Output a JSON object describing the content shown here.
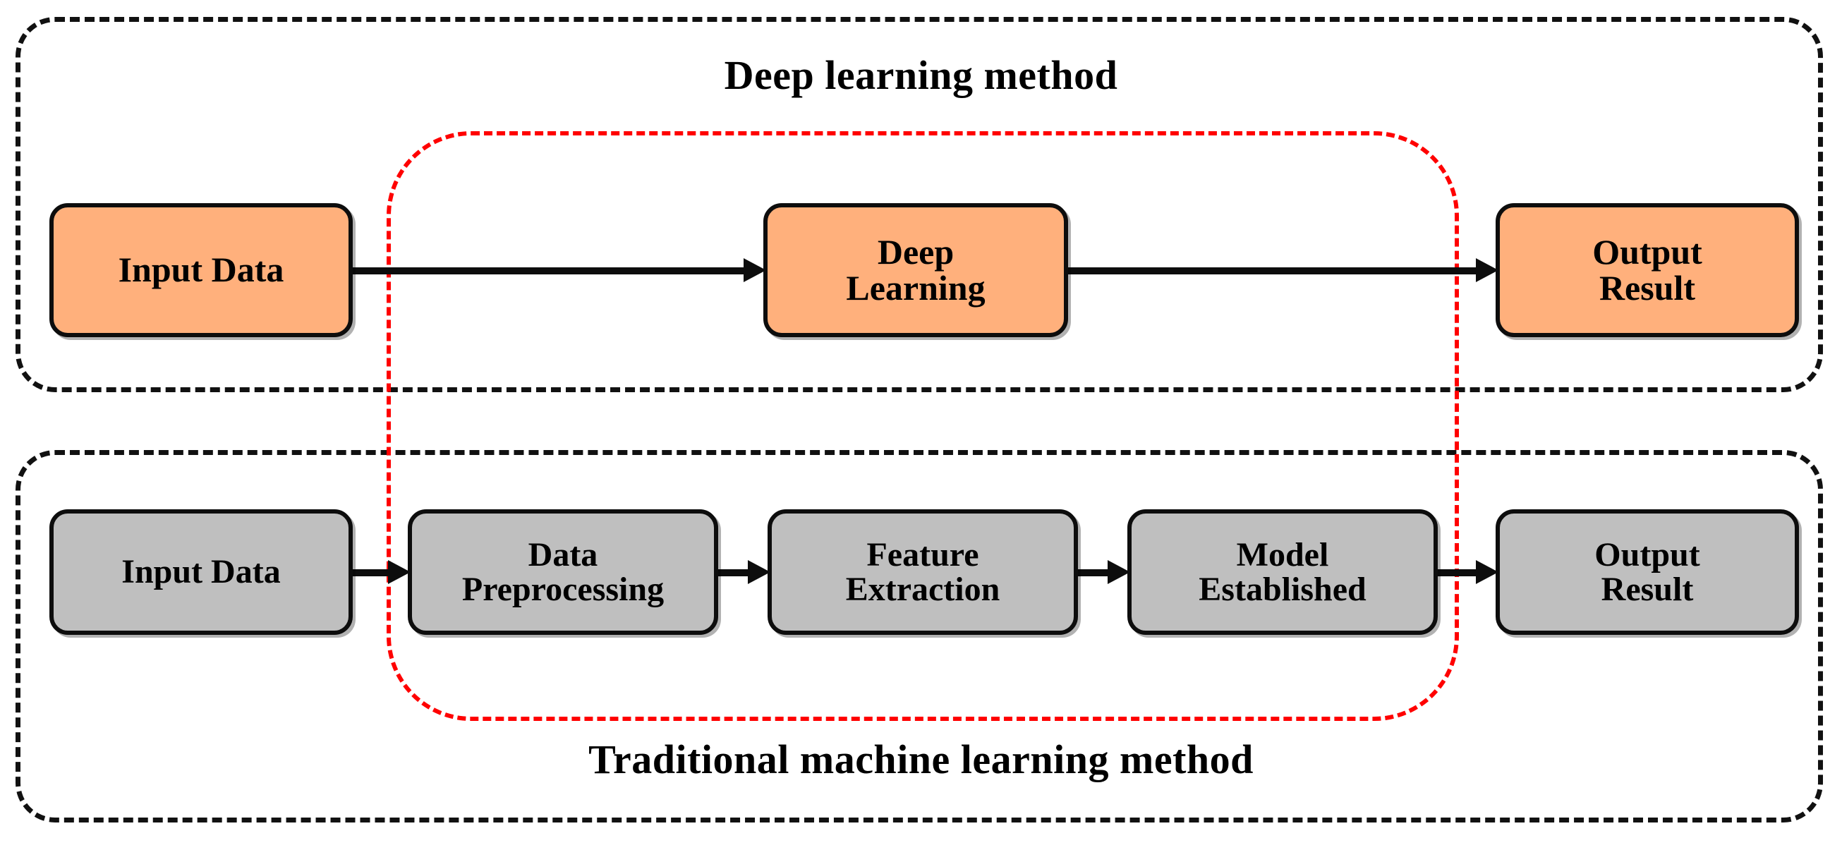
{
  "diagram": {
    "title_top": "Deep learning method",
    "title_bottom": "Traditional machine learning method",
    "colors": {
      "node_deep_fill": "#FFB07C",
      "node_traditional_fill": "#BFBFBF",
      "node_border": "#0D0D0D",
      "group_frame": "#111111",
      "highlight_frame": "#FF0000",
      "background": "#FFFFFF"
    },
    "deep_learning_flow": {
      "caption": "Deep learning method",
      "nodes": [
        {
          "id": "dl-input",
          "label": "Input Data",
          "line1": "Input Data",
          "line2": ""
        },
        {
          "id": "dl-deep",
          "label": "Deep Learning",
          "line1": "Deep",
          "line2": "Learning"
        },
        {
          "id": "dl-output",
          "label": "Output Result",
          "line1": "Output",
          "line2": "Result"
        }
      ],
      "arrows": [
        {
          "from": "dl-input",
          "to": "dl-deep"
        },
        {
          "from": "dl-deep",
          "to": "dl-output"
        }
      ]
    },
    "traditional_flow": {
      "caption": "Traditional machine learning method",
      "nodes": [
        {
          "id": "tr-input",
          "label": "Input Data",
          "line1": "Input Data",
          "line2": ""
        },
        {
          "id": "tr-prep",
          "label": "Data Preprocessing",
          "line1": "Data",
          "line2": "Preprocessing"
        },
        {
          "id": "tr-feat",
          "label": "Feature Extraction",
          "line1": "Feature",
          "line2": "Extraction"
        },
        {
          "id": "tr-model",
          "label": "Model Established",
          "line1": "Model",
          "line2": "Established"
        },
        {
          "id": "tr-output",
          "label": "Output Result",
          "line1": "Output",
          "line2": "Result"
        }
      ],
      "arrows": [
        {
          "from": "tr-input",
          "to": "tr-prep"
        },
        {
          "from": "tr-prep",
          "to": "tr-feat"
        },
        {
          "from": "tr-feat",
          "to": "tr-model"
        },
        {
          "from": "tr-model",
          "to": "tr-output"
        }
      ]
    },
    "highlight": {
      "style": "red-dashed-rounded-rectangle",
      "encloses": "Deep Learning node and the Data Preprocessing / Feature Extraction / Model Established stages"
    }
  }
}
